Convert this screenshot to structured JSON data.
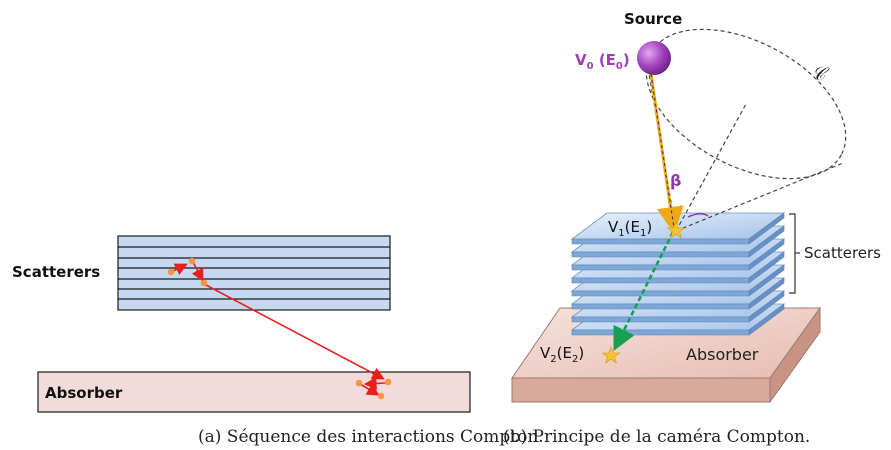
{
  "left_panel": {
    "scatterers_label": "Scatterers",
    "absorber_label": "Absorber",
    "caption": "(a) Séquence des interactions Compton."
  },
  "right_panel": {
    "source_label": "Source",
    "v0_label": "V",
    "v0_sub": "0",
    "v0_energy": "(E",
    "v0_energy_sub": "0",
    "v0_close": ")",
    "cone_label": "𝒞",
    "beta_label": "β",
    "v1_label": "V",
    "v1_sub": "1",
    "v1_energy": "(E",
    "v1_energy_sub": "1",
    "v1_close": ")",
    "v2_label": "V",
    "v2_sub": "2",
    "v2_energy": "(E",
    "v2_energy_sub": "2",
    "v2_close": ")",
    "scatterers_label": "Scatterers",
    "absorber_label": "Absorber",
    "caption": "(b) Principe de la caméra Compton."
  },
  "colors": {
    "scatterer_fill": "#c6d9f1",
    "scatterer_stroke": "#1a1a1a",
    "absorber_fill": "#f2dcdb",
    "interaction_point": "#f79646",
    "track_red": "#e8201c",
    "source_purple": "#9e3fb5",
    "primary_ray": "#f0a818",
    "secondary_ray": "#16a050",
    "vertex_star": "#f5c232"
  }
}
